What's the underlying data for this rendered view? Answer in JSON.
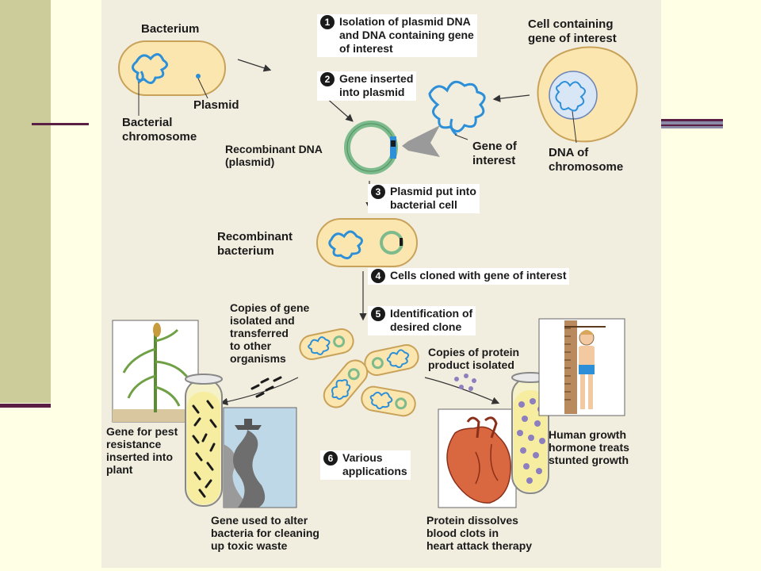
{
  "labels": {
    "bacterium": "Bacterium",
    "plasmid": "Plasmid",
    "bacterial_chromosome": "Bacterial\nchromosome",
    "cell_containing": "Cell containing\ngene of interest",
    "gene_of_interest": "Gene of\ninterest",
    "dna_of_chromosome": "DNA of\nchromosome",
    "recombinant_dna": "Recombinant DNA\n(plasmid)",
    "recombinant_bacterium": "Recombinant\nbacterium",
    "copies_of_gene": "Copies of gene\nisolated and\ntransferred\nto other\norganisms",
    "copies_of_protein": "Copies of protein\nproduct isolated",
    "gene_pest": "Gene for pest\nresistance\ninserted into\nplant",
    "gene_toxic": "Gene used to alter\nbacteria for cleaning\nup toxic waste",
    "protein_clots": "Protein dissolves\nblood clots in\nheart attack therapy",
    "growth_hormone": "Human growth\nhormone treats\nstunted growth"
  },
  "steps": [
    {
      "num": "1",
      "text": "Isolation of plasmid DNA\nand DNA containing gene\nof interest"
    },
    {
      "num": "2",
      "text": "Gene inserted\ninto plasmid"
    },
    {
      "num": "3",
      "text": "Plasmid put into\nbacterial cell"
    },
    {
      "num": "4",
      "text": "Cells cloned with gene of interest"
    },
    {
      "num": "5",
      "text": "Identification of\ndesired clone"
    },
    {
      "num": "6",
      "text": "Various\napplications"
    }
  ],
  "colors": {
    "background": "#FFFFE6",
    "left_bar": "#CCCB9A",
    "accent_rule": "#5B1F45",
    "panel": "#F1EEDF",
    "cell_fill": "#FBE6B0",
    "cell_outline": "#C9A25A",
    "dna_blue": "#2C8FD8",
    "plasmid_green": "#7DBB8C",
    "protein_purple": "#8D7FBF",
    "heart_red": "#D9673F"
  },
  "icons": [
    "plant-icon",
    "test-tube-icon",
    "ship-icon",
    "heart-icon",
    "child-icon",
    "height-ruler-icon"
  ]
}
